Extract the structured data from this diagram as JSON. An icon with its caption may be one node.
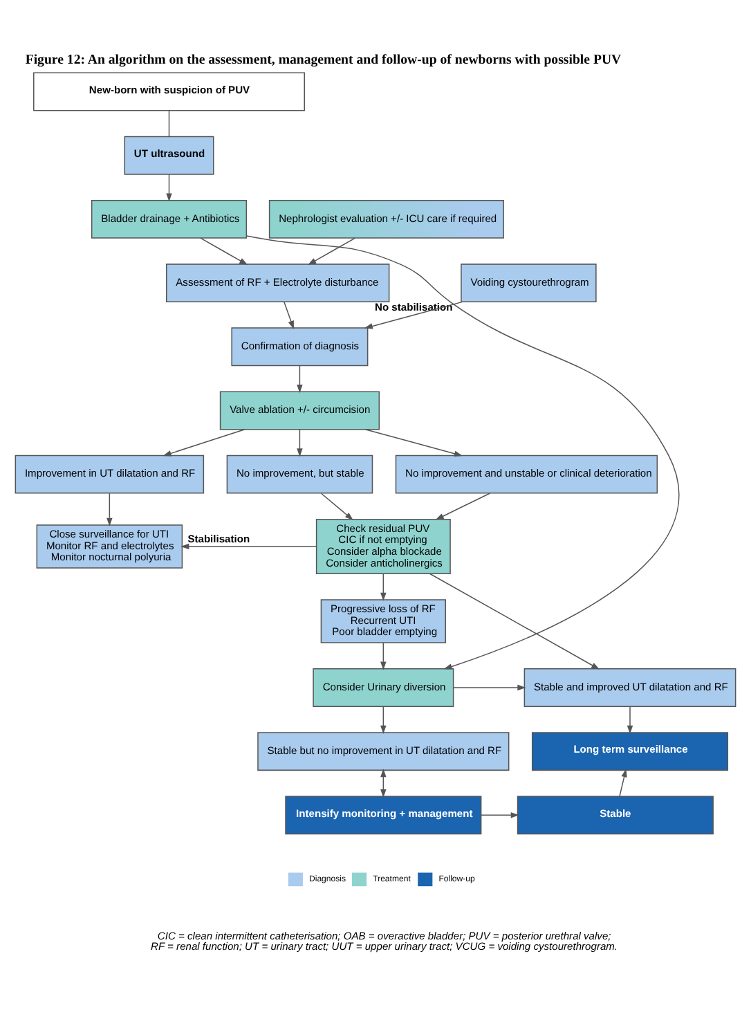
{
  "diagram": {
    "title": "Figure 12: An algorithm on the assessment, management and follow-up of newborns with possible PUV",
    "caption": "CIC = clean intermittent catheterisation; OAB = overactive bladder; PUV = posterior urethral valve; RF = renal function; UT = urinary tract; UUT = upper urinary tract; VCUG = voiding cystourethrogram.",
    "nodes": [
      {
        "text": [
          "New-born with suspicion of PUV"
        ]
      },
      {
        "text": [
          "UT ultrasound"
        ]
      },
      {
        "text": [
          "Bladder drainage + Antibiotics"
        ]
      },
      {
        "text": [
          "Nephrologist evaluation +/- ICU care if required"
        ]
      },
      {
        "text": [
          "Assessment of RF + Electrolyte disturbance"
        ]
      },
      {
        "text": [
          "Voiding cystourethrogram"
        ]
      },
      {
        "text": [
          "Confirmation of diagnosis"
        ]
      },
      {
        "text": [
          "Valve ablation +/- circumcision"
        ]
      },
      {
        "text": [
          "Improvement in UT dilatation and RF"
        ]
      },
      {
        "text": [
          "No improvement, but stable"
        ]
      },
      {
        "text": [
          "No improvement and unstable or clinical deterioration"
        ]
      },
      {
        "text": [
          "Close surveillance for UTI",
          "Monitor RF and electrolytes",
          "Monitor nocturnal polyuria"
        ]
      },
      {
        "text": [
          "Check residual PUV",
          "CIC if not emptying",
          "Consider alpha blockade",
          "Consider anticholinergics"
        ]
      },
      {
        "text": [
          "Progressive loss of RF",
          "Recurrent UTI",
          "Poor bladder emptying"
        ]
      },
      {
        "text": [
          "Stable and improved UT dilatation and RF"
        ]
      },
      {
        "text": [
          "Consider Urinary diversion"
        ]
      },
      {
        "text": [
          "Long term surveillance"
        ]
      },
      {
        "text": [
          "Stable but no improvement in UT dilatation and RF"
        ]
      },
      {
        "text": [
          "Stable"
        ]
      },
      {
        "text": [
          "Intensify monitoring + management"
        ]
      }
    ],
    "edges": [
      {
        "from": 0,
        "to": 1,
        "arrow": "none"
      },
      {
        "from": 1,
        "to": 2,
        "arrow": "to"
      },
      {
        "from": 2,
        "to": 4,
        "arrow": "to"
      },
      {
        "from": 3,
        "to": 4,
        "arrow": "to"
      },
      {
        "from": 2,
        "to": 15,
        "arrow": "to",
        "label": "No stabilisation"
      },
      {
        "from": 4,
        "to": 6,
        "arrow": "to"
      },
      {
        "from": 5,
        "to": 6,
        "arrow": "to"
      },
      {
        "from": 6,
        "to": 7,
        "arrow": "to"
      },
      {
        "from": 7,
        "to": 8,
        "arrow": "to"
      },
      {
        "from": 7,
        "to": 9,
        "arrow": "to"
      },
      {
        "from": 7,
        "to": 10,
        "arrow": "to"
      },
      {
        "from": 8,
        "to": 11,
        "arrow": "to"
      },
      {
        "from": 9,
        "to": 12,
        "arrow": "to"
      },
      {
        "from": 10,
        "to": 12,
        "arrow": "to"
      },
      {
        "from": 12,
        "to": 11,
        "arrow": "to",
        "label": "Stabilisation"
      },
      {
        "from": 12,
        "to": 14,
        "arrow": "to"
      },
      {
        "from": 12,
        "to": 13,
        "arrow": "to"
      },
      {
        "from": 13,
        "to": 15,
        "arrow": "to"
      },
      {
        "from": 15,
        "to": 14,
        "arrow": "to"
      },
      {
        "from": 15,
        "to": 17,
        "arrow": "to"
      },
      {
        "from": 14,
        "to": 16,
        "arrow": "to"
      },
      {
        "from": 17,
        "to": 19,
        "arrow": "both"
      },
      {
        "from": 19,
        "to": 18,
        "arrow": "to"
      },
      {
        "from": 18,
        "to": 16,
        "arrow": "to"
      }
    ],
    "legend": [
      {
        "text": "Diagnosis",
        "color": "#a9cbee"
      },
      {
        "text": "Treatment",
        "color": "#8fd3cf"
      },
      {
        "text": "Follow-up",
        "color": "#1a64b0"
      }
    ]
  }
}
